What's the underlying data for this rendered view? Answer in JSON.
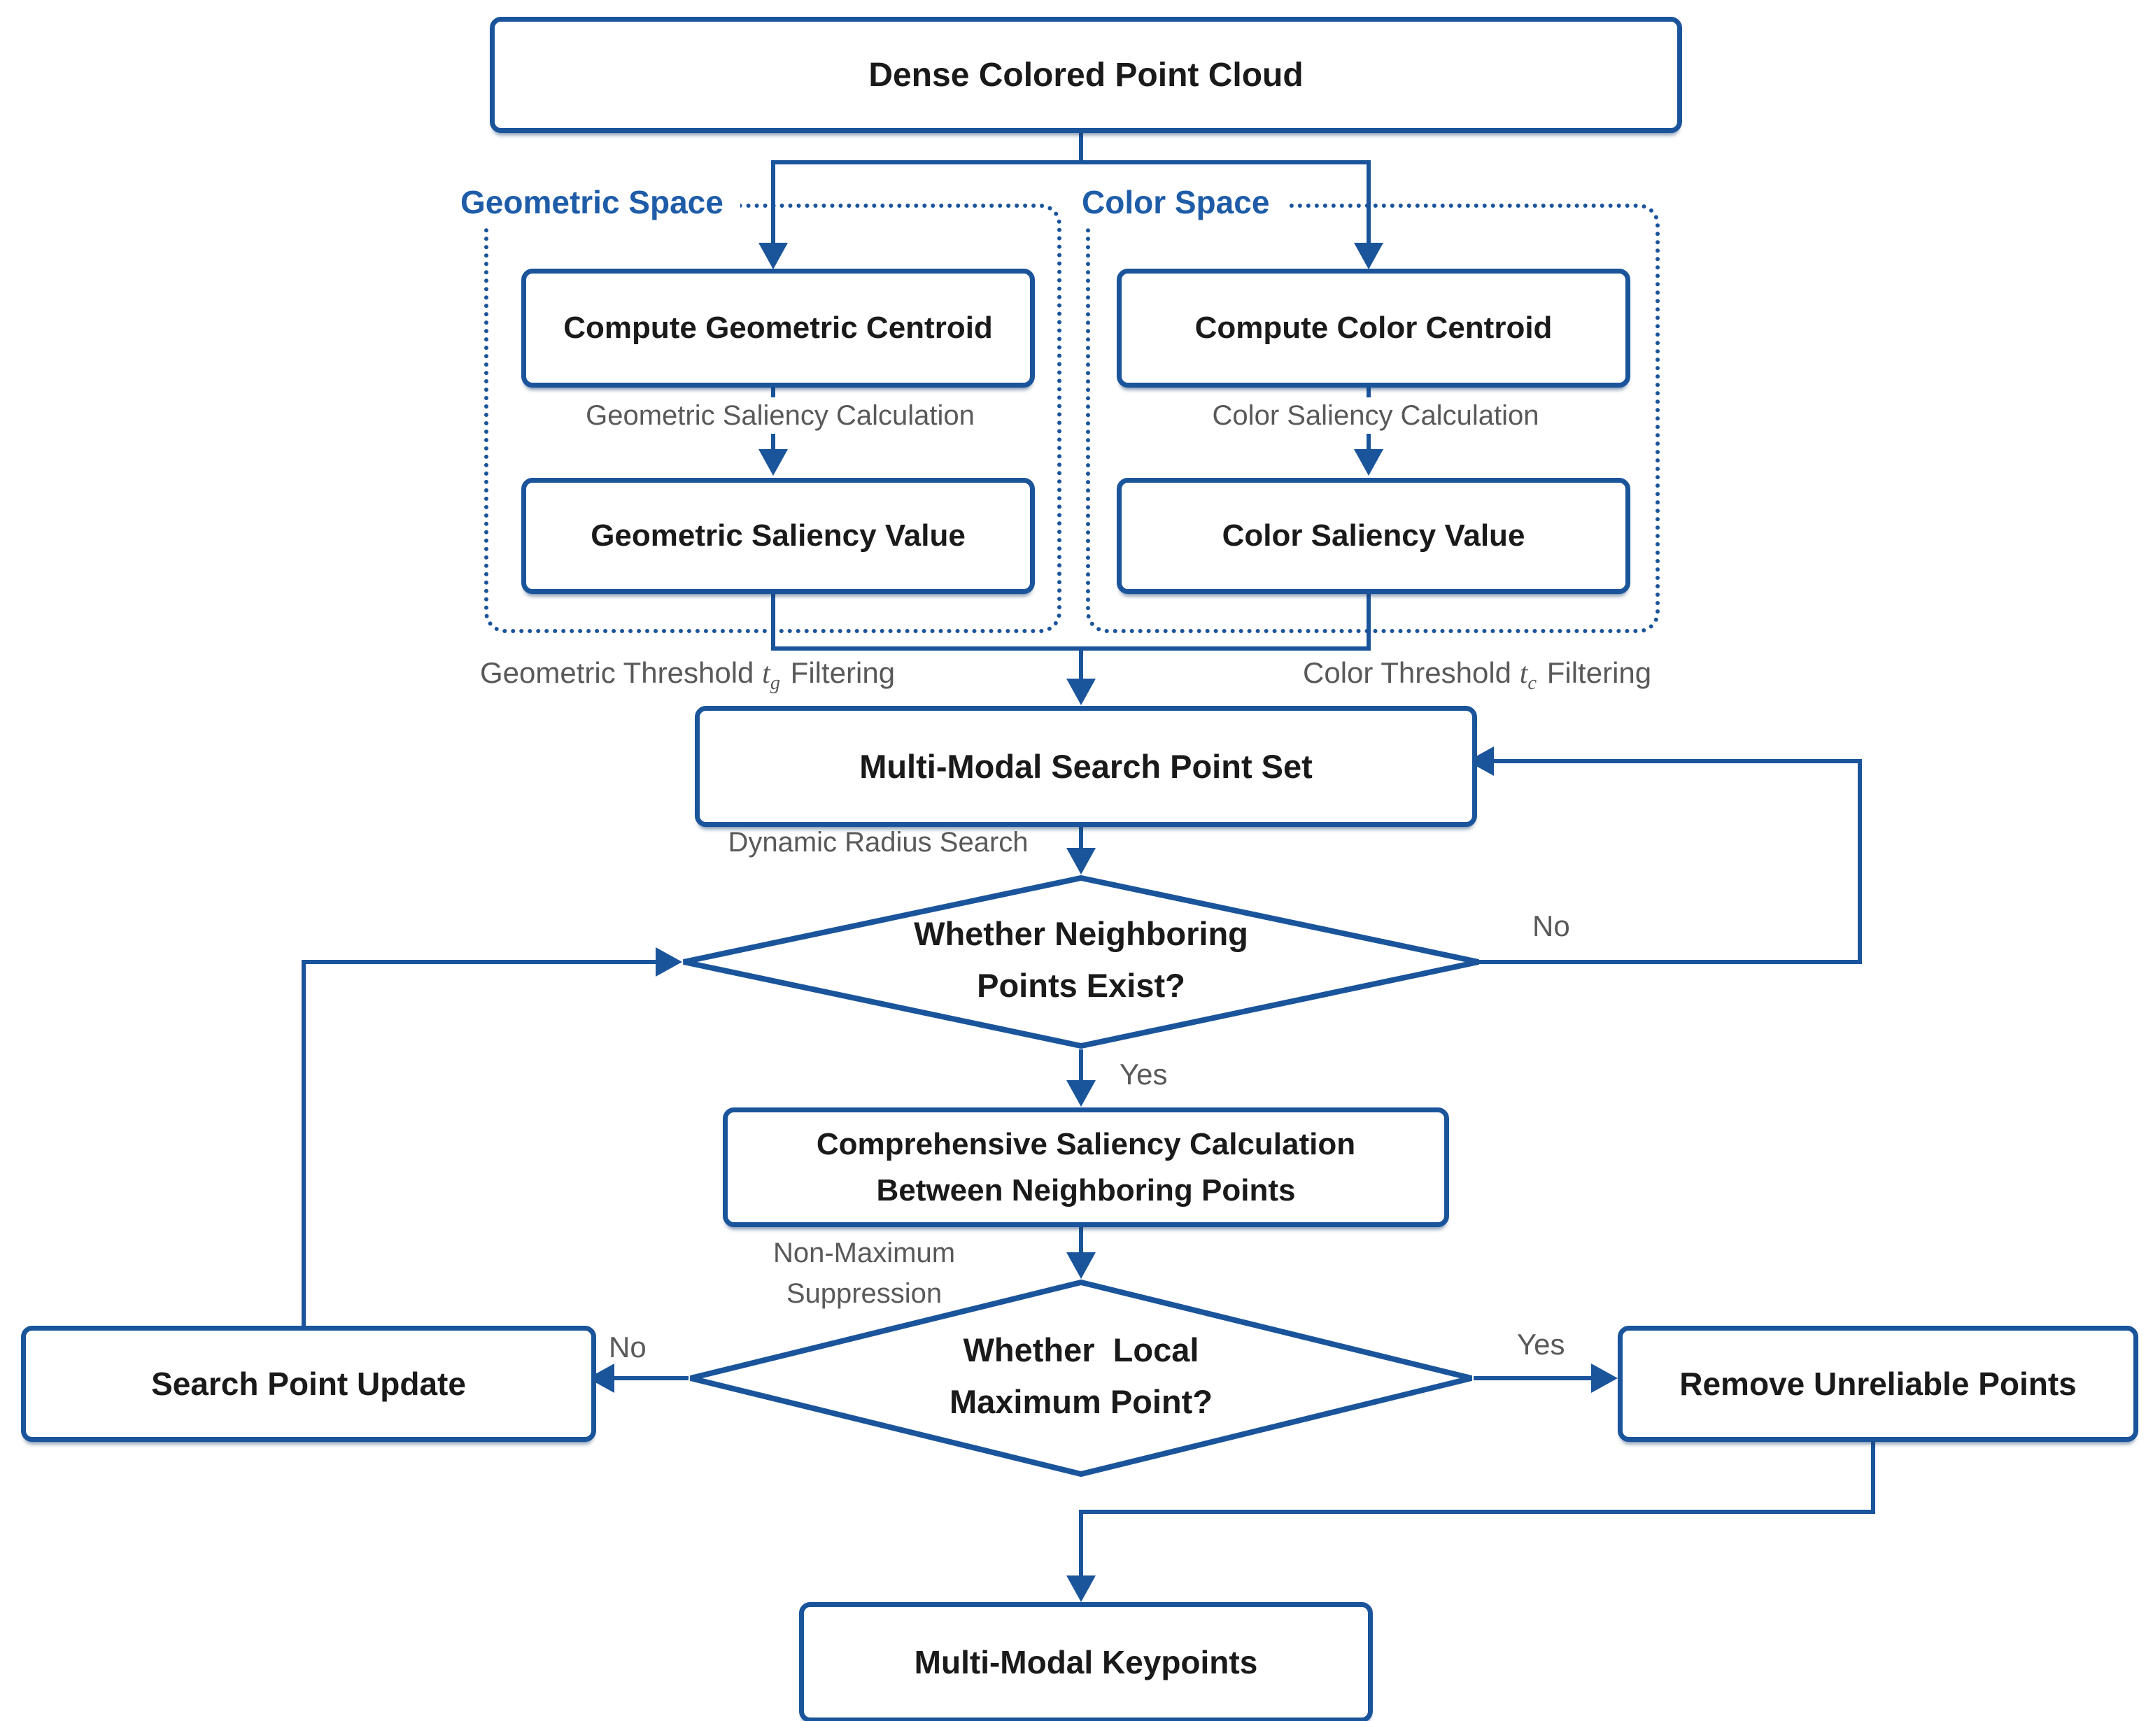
{
  "nodes": {
    "dense": "Dense Colored Point Cloud",
    "geo_space": "Geometric Space",
    "color_space": "Color Space",
    "compute_geo": "Compute Geometric Centroid",
    "compute_color": "Compute Color Centroid",
    "geo_value": "Geometric Saliency Value",
    "color_value": "Color Saliency Value",
    "search_set": "Multi-Modal Search Point Set",
    "neighbor_question": "Whether Neighboring\nPoints Exist?",
    "comprehensive": "Comprehensive Saliency Calculation\nBetween Neighboring Points",
    "maximum_question": "Whether  Local\nMaximum Point?",
    "search_update": "Search Point Update",
    "remove_points": "Remove Unreliable Points",
    "keypoints": "Multi-Modal Keypoints"
  },
  "labels": {
    "geo_calc": "Geometric Saliency Calculation",
    "color_calc": "Color Saliency Calculation",
    "geo_thr_prefix": "Geometric Threshold ",
    "geo_thr_var": "t",
    "geo_thr_sub": "g",
    "geo_thr_suffix": " Filtering",
    "color_thr_prefix": "Color Threshold ",
    "color_thr_var": "t",
    "color_thr_sub": "c",
    "color_thr_suffix": " Filtering",
    "dynamic_radius": "Dynamic Radius Search",
    "nms": "Non-Maximum\nSuppression",
    "no1": "No",
    "yes1": "Yes",
    "no2": "No",
    "yes2": "Yes"
  },
  "colors": {
    "line_blue": "#1A549B",
    "space_label_blue": "#1E5CA8",
    "gray_label": "#595959",
    "text_black": "#1A1A1A",
    "background": "#FFFFFF"
  }
}
